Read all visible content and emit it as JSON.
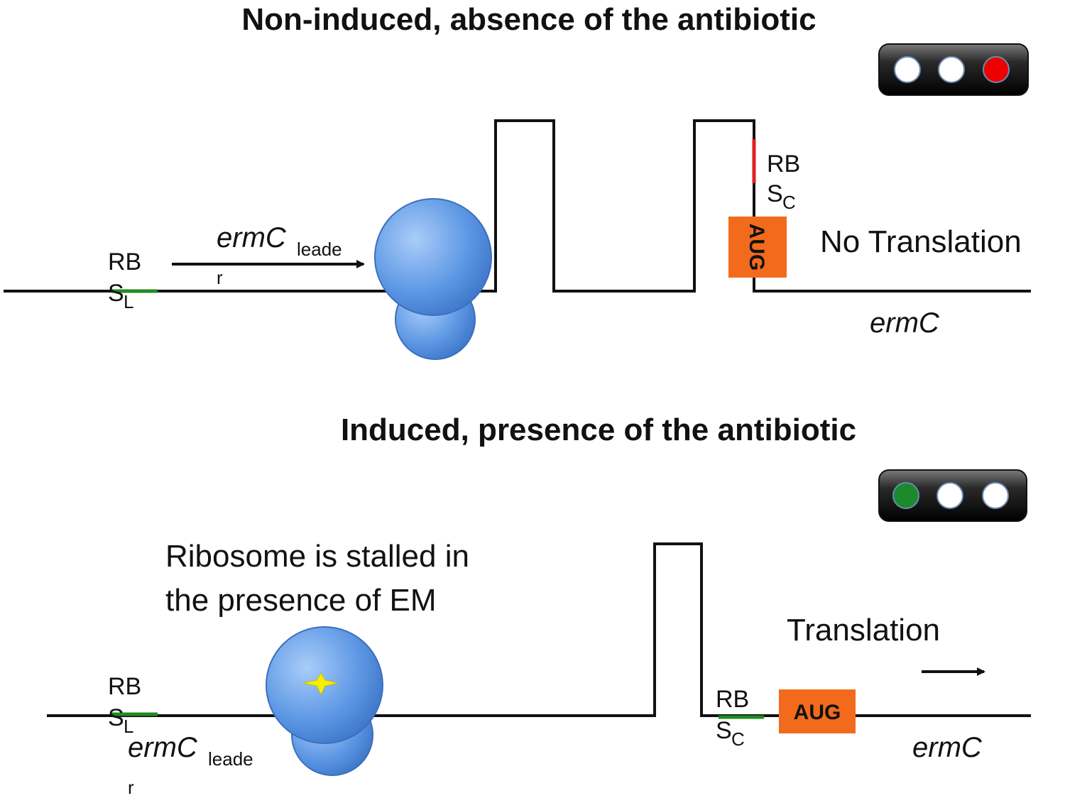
{
  "panel_top": {
    "title": "Non-induced, absence of the antibiotic",
    "rbs_l": {
      "main": "RB",
      "s": "S",
      "sub": "L"
    },
    "leader": {
      "main": "ermC",
      "sub": "leade",
      "tail": "r"
    },
    "rbs_c": {
      "main": "RB",
      "s": "S",
      "sub": "C"
    },
    "aug": "AUG",
    "status": "No Translation",
    "gene": "ermC",
    "lights": [
      "#ffffff",
      "#ffffff",
      "#ee0000"
    ]
  },
  "panel_bottom": {
    "title": "Induced, presence of the antibiotic",
    "stall_line1": "Ribosome is stalled in",
    "stall_line2": "the presence of EM",
    "rbs_l": {
      "main": "RB",
      "s": "S",
      "sub": "L"
    },
    "leader": {
      "main": "ermC",
      "sub": "leade",
      "tail": "r"
    },
    "rbs_c": {
      "main": "RB",
      "s": "S",
      "sub": "C"
    },
    "aug": "AUG",
    "status": "Translation",
    "gene": "ermC",
    "lights": [
      "#1a8a2a",
      "#ffffff",
      "#ffffff"
    ]
  },
  "colors": {
    "ribosome": "#4a86d8",
    "aug_box": "#f26b1c",
    "rbs_leader": "#1f8a1f",
    "rbs_blocked": "#e02020",
    "drug": "#f5f000"
  }
}
